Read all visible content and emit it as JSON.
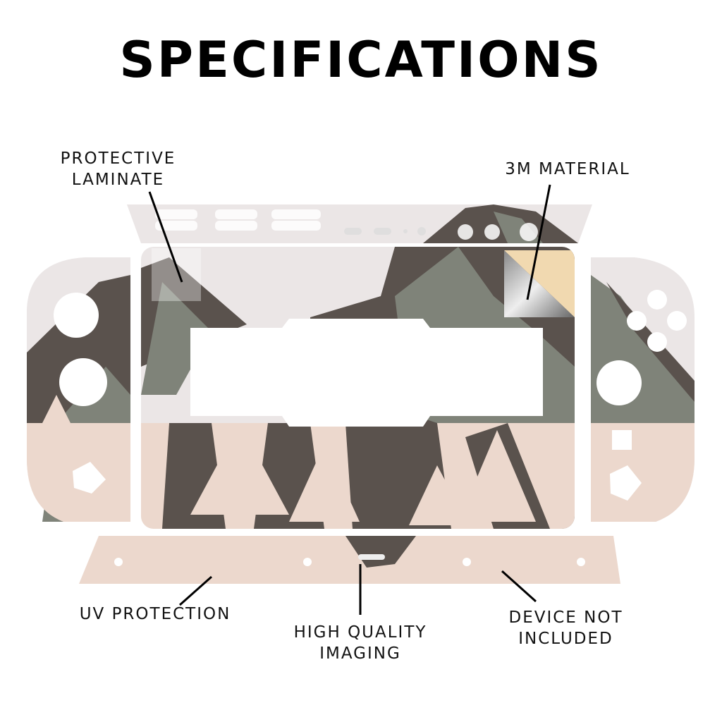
{
  "title": "SPECIFICATIONS",
  "callouts": {
    "protective_laminate": [
      "PROTECTIVE",
      "LAMINATE"
    ],
    "material": "3M MATERIAL",
    "uv": "UV PROTECTION",
    "imaging": [
      "HIGH QUALITY",
      "IMAGING"
    ],
    "device": [
      "DEVICE NOT",
      "INCLUDED"
    ]
  },
  "colors": {
    "sky": "#ebe6e6",
    "mountain_dark": "#5a524d",
    "mountain_green": "#7f8379",
    "trees": "#ecd8cd",
    "backing": "#f1d9b0"
  }
}
